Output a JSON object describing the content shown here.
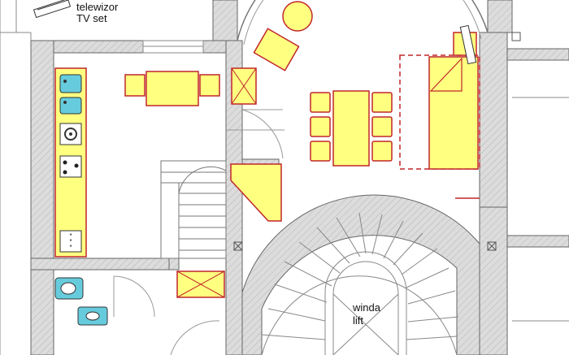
{
  "labels": {
    "tv_pl": "telewizor",
    "tv_en": "TV set",
    "lift_pl": "winda",
    "lift_en": "lift",
    "hob_icon": "hob-icon",
    "oven_icon": "oven-icon",
    "stove_icon": "stove-top-icon",
    "sink_icon": "sink-icon",
    "toilet_icon": "toilet-icon",
    "washbasin_icon": "washbasin-icon",
    "tv_icon": "tv-set-icon",
    "radiator_glyph": "***"
  },
  "colors": {
    "furniture_fill": "#ffff80",
    "furniture_stroke": "#c0262a",
    "fixture_fill": "#66ccdd",
    "wall_fill": "#d9d9d9",
    "wall_stroke": "#666666",
    "line": "#888888"
  }
}
